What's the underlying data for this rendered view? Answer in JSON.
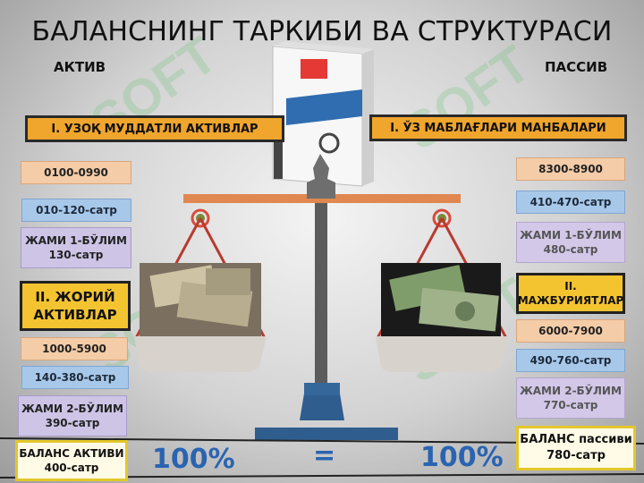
{
  "title": "БАЛАНСНИНГ ТАРКИБИ ВА СТРУКТУРАСИ",
  "aktiv_label": "АКТИВ",
  "passiv_label": "ПАССИВ",
  "left": {
    "section1": "I. УЗОҚ МУДДАТЛИ АКТИВЛАР",
    "range1": "0100-0990",
    "lines1": "010-120-сатр",
    "total1_l1": "ЖАМИ 1-БЎЛИМ",
    "total1_l2": "130-сатр",
    "section2_l1": "II. ЖОРИЙ",
    "section2_l2": "АКТИВЛАР",
    "range2": "1000-5900",
    "lines2": "140-380-сатр",
    "total2_l1": "ЖАМИ 2-БЎЛИМ",
    "total2_l2": "390-сатр",
    "balance_l1": "БАЛАНС АКТИВИ",
    "balance_l2": "400-сатр"
  },
  "right": {
    "section1": "I. ЎЗ МАБЛАҒЛАРИ МАНБАЛАРИ",
    "range1": "8300-8900",
    "lines1": "410-470-сатр",
    "total1_l1": "ЖАМИ 1-БЎЛИМ",
    "total1_l2": "480-сатр",
    "section2_l1": "II.",
    "section2_l2": "МАЖБУРИЯТЛАР",
    "range2": "6000-7900",
    "lines2": "490-760-сатр",
    "total2_l1": "ЖАМИ 2-БЎЛИМ",
    "total2_l2": "770-сатр",
    "balance_l1": "БАЛАНС пассиви",
    "balance_l2": "780-сатр"
  },
  "equation": {
    "left_pct": "100%",
    "equals": "=",
    "right_pct": "100%"
  },
  "colors": {
    "header": "#f0a52c",
    "beam": "#e08850",
    "percent": "#2a64b0"
  },
  "icons": {
    "box": "software-box-icon",
    "watermark": "soft-watermark-icon"
  }
}
